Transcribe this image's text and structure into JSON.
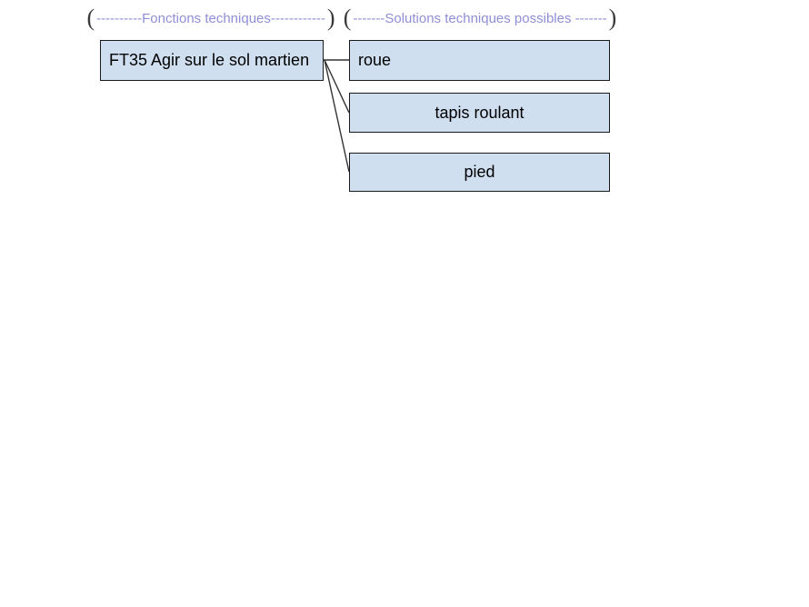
{
  "diagram": {
    "columns": [
      {
        "id": "fonctions-techniques",
        "bracket_open": "(",
        "bracket_close": ")",
        "label": "----------Fonctions techniques------------"
      },
      {
        "id": "solutions-techniques",
        "bracket_open": "(",
        "bracket_close": ")",
        "label": "-------Solutions techniques possibles -------"
      }
    ],
    "nodes": [
      {
        "id": "ft35",
        "label": "FT35 Agir sur le sol martien",
        "column": "fonctions-techniques",
        "align": "left"
      },
      {
        "id": "roue",
        "label": "roue",
        "column": "solutions-techniques",
        "align": "left"
      },
      {
        "id": "tapis",
        "label": "tapis roulant",
        "column": "solutions-techniques",
        "align": "center"
      },
      {
        "id": "pied",
        "label": "pied",
        "column": "solutions-techniques",
        "align": "center"
      }
    ],
    "connections": [
      {
        "from": "ft35",
        "to": "roue"
      },
      {
        "from": "ft35",
        "to": "tapis"
      },
      {
        "from": "ft35",
        "to": "pied"
      }
    ],
    "colors": {
      "box_fill": "#cfdff0",
      "box_border": "#1a1a1a",
      "header_label": "#8f8fd8",
      "bracket": "#3a3a3a",
      "connector": "#333333",
      "text": "#000000",
      "background": "#ffffff"
    }
  }
}
